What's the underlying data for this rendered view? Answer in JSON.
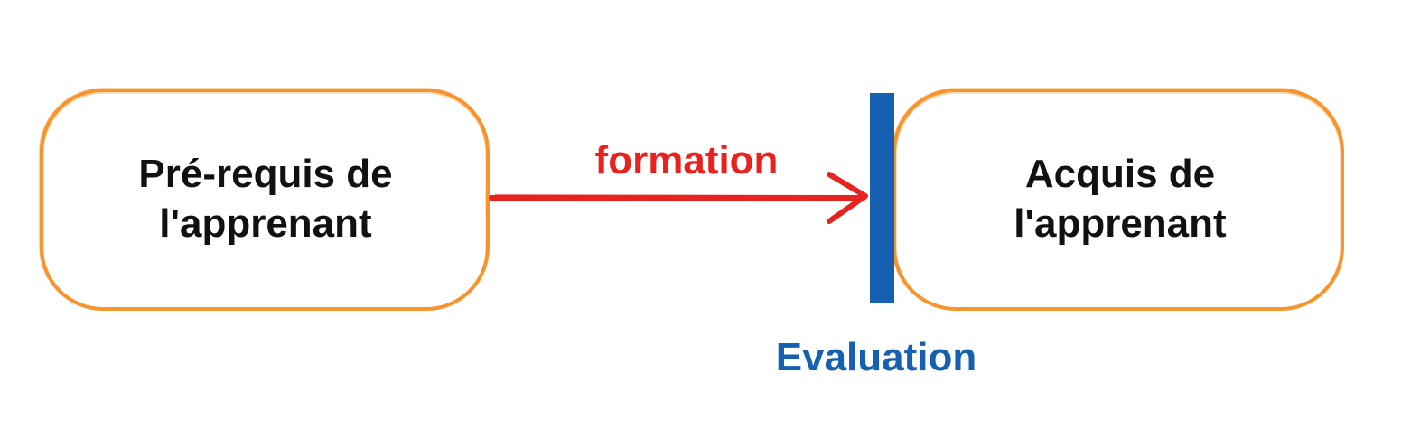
{
  "colors": {
    "box_border": "#f7942d",
    "arrow": "#e8231f",
    "evaluation": "#1560b0",
    "text": "#111111"
  },
  "left_box": {
    "line1": "Pré-requis de",
    "line2": "l'apprenant"
  },
  "right_box": {
    "line1": "Acquis de",
    "line2": "l'apprenant"
  },
  "arrow": {
    "label": "formation"
  },
  "evaluation": {
    "label": "Evaluation"
  }
}
